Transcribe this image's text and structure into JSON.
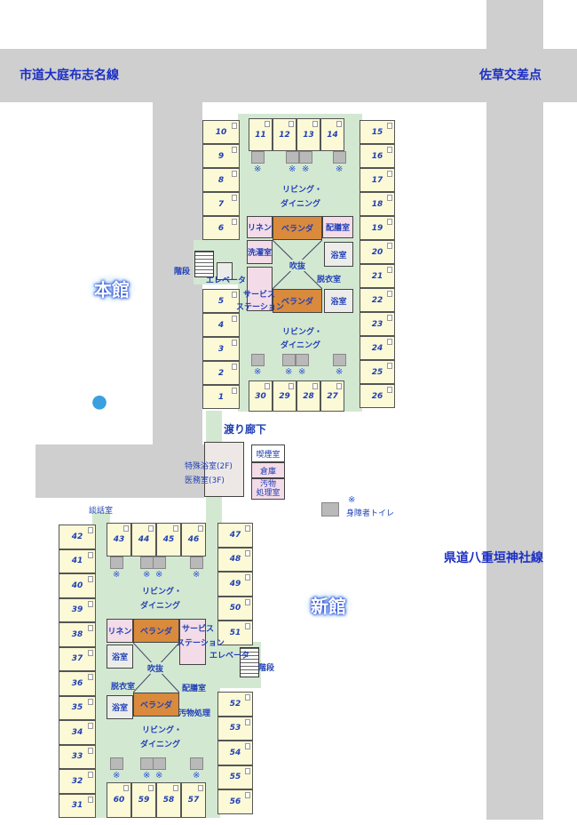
{
  "roads": {
    "top": "市道大庭布志名線",
    "intersection": "佐草交差点",
    "right": "県道八重垣神社線"
  },
  "main_building": {
    "name": "本館",
    "rooms": [
      "1",
      "2",
      "3",
      "4",
      "5",
      "6",
      "7",
      "8",
      "9",
      "10",
      "11",
      "12",
      "13",
      "14",
      "15",
      "16",
      "17",
      "18",
      "19",
      "20",
      "21",
      "22",
      "23",
      "24",
      "25",
      "26",
      "27",
      "28",
      "29",
      "30"
    ],
    "linen": "リネン",
    "veranda": "ベランダ",
    "pantry": "配膳室",
    "laundry": "洗濯室",
    "atrium": "吹抜",
    "bath": "浴室",
    "dressing": "脱衣室",
    "elevator": "エレベータ",
    "stairs": "階段",
    "service_1": "サービス",
    "service_2": "ステーション",
    "living_1": "リビング・",
    "living_2": "ダイニング"
  },
  "connector": {
    "corridor": "渡り廊下",
    "special_bath": "特殊浴室(2F)",
    "medical": "医務室(3F)",
    "smoking": "喫煙室",
    "storage": "倉庫",
    "waste_1": "汚物",
    "waste_2": "処理室",
    "accessible_toilet": "身障者トイレ"
  },
  "new_building": {
    "name": "新館",
    "rooms": [
      "31",
      "32",
      "33",
      "34",
      "35",
      "36",
      "37",
      "38",
      "39",
      "40",
      "41",
      "42",
      "43",
      "44",
      "45",
      "46",
      "47",
      "48",
      "49",
      "50",
      "51",
      "52",
      "53",
      "54",
      "55",
      "56",
      "57",
      "58",
      "59",
      "60"
    ],
    "lounge": "談話室",
    "linen": "リネン",
    "veranda": "ベランダ",
    "bath": "浴室",
    "dressing": "脱衣室",
    "atrium": "吹抜",
    "pantry": "配膳室",
    "waste": "汚物処理",
    "elevator": "エレベータ",
    "stairs": "階段",
    "service_1": "サービス",
    "service_2": "ステーション",
    "living_1": "リビング・",
    "living_2": "ダイニング"
  },
  "toilet_mark": "※"
}
